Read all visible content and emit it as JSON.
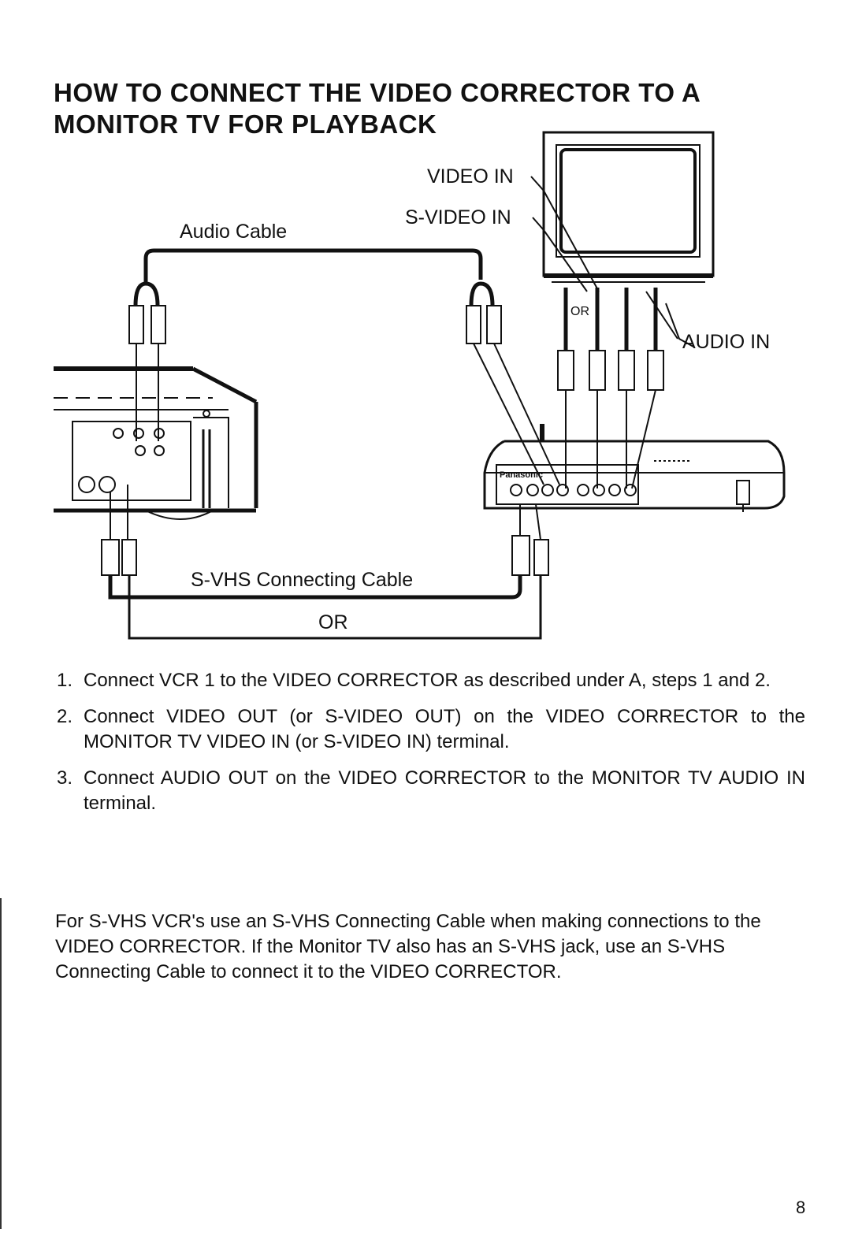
{
  "page": {
    "title": "HOW TO CONNECT THE VIDEO CORRECTOR TO A MONITOR TV FOR PLAYBACK",
    "page_number": "8"
  },
  "diagram": {
    "label_video_in": "VIDEO IN",
    "label_svideo_in": "S-VIDEO IN",
    "label_audio_cable": "Audio Cable",
    "label_audio_in": "AUDIO IN",
    "label_or_small": "OR",
    "label_svhs_cable": "S-VHS Connecting Cable",
    "label_or": "OR",
    "label_brand": "Panasonic"
  },
  "steps": [
    {
      "num": "1.",
      "text": "Connect VCR 1 to the VIDEO CORRECTOR as described under A, steps 1 and 2."
    },
    {
      "num": "2.",
      "text": "Connect VIDEO OUT (or S-VIDEO OUT) on the VIDEO CORRECTOR to the MONITOR TV VIDEO IN (or S-VIDEO IN) terminal."
    },
    {
      "num": "3.",
      "text": "Connect AUDIO OUT on the VIDEO CORRECTOR to the MONITOR TV AUDIO IN terminal."
    }
  ],
  "note": "For S-VHS VCR's use an S-VHS Connecting Cable when making connections to the VIDEO CORRECTOR. If the Monitor TV also has an S-VHS jack, use an S-VHS Connecting Cable to connect it to the VIDEO CORRECTOR."
}
